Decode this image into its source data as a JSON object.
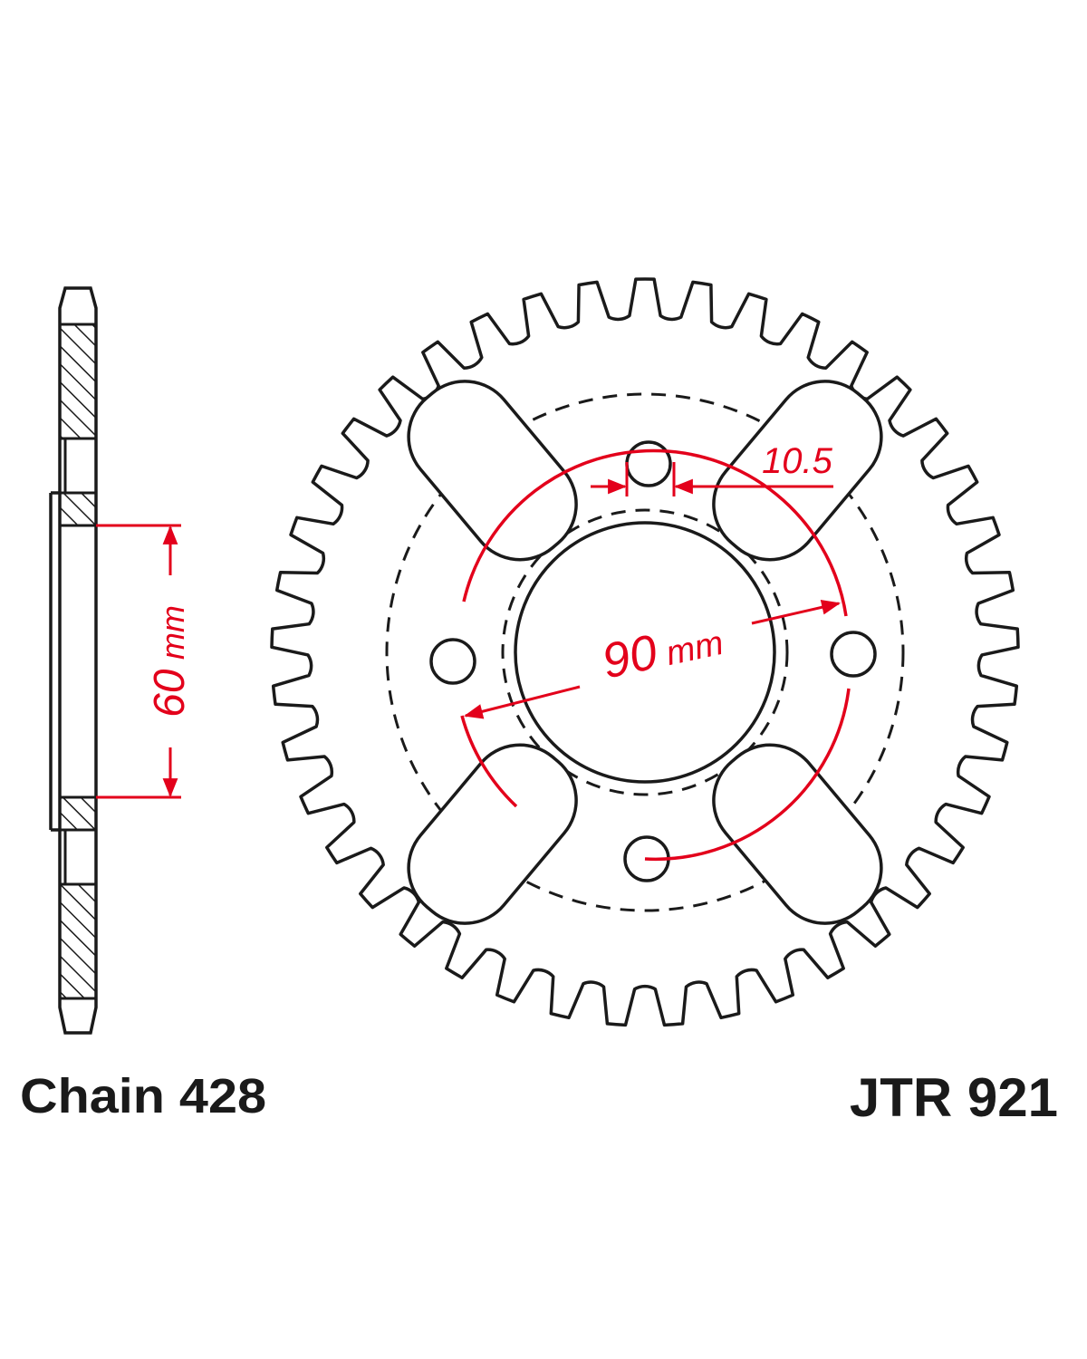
{
  "dimensions": {
    "hub_bore": {
      "value": "60",
      "unit": "mm"
    },
    "bolt_circle": {
      "value": "90",
      "unit": "mm"
    },
    "bolt_hole": {
      "value": "10.5"
    }
  },
  "captions": {
    "chain": "Chain 428",
    "part_number": "JTR 921"
  },
  "sprocket": {
    "teeth": 41,
    "bolt_holes": 4,
    "lightening_holes": 4
  },
  "colors": {
    "outline": "#1a1a1a",
    "dimension": "#e3001b",
    "background": "#ffffff"
  }
}
